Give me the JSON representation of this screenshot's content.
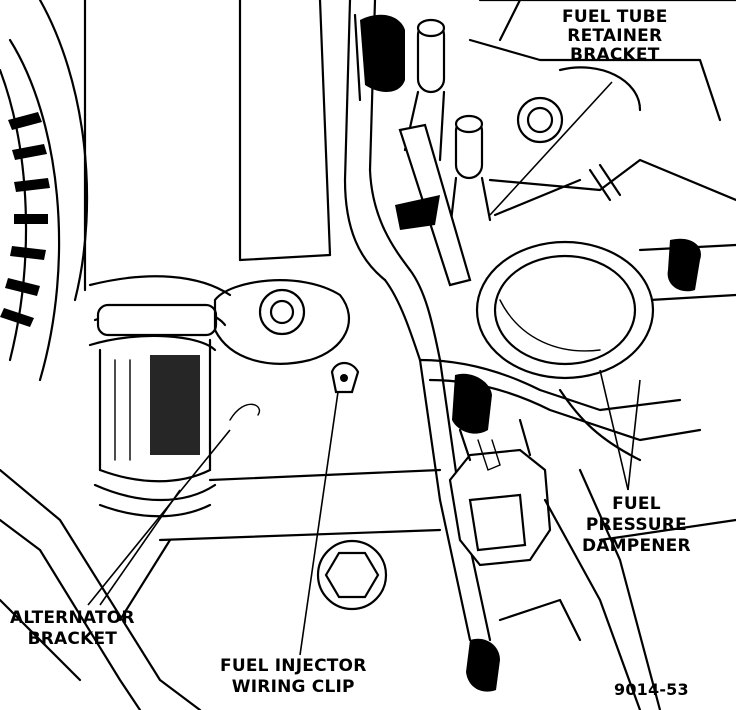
{
  "labels": {
    "fuel_tube_retainer_bracket": [
      "FUEL TUBE",
      "RETAINER",
      "BRACKET"
    ],
    "fuel_pressure_dampener": [
      "FUEL",
      "PRESSURE",
      "DAMPENER"
    ],
    "alternator_bracket": [
      "ALTERNATOR",
      "BRACKET"
    ],
    "fuel_injector_wiring_clip": [
      "FUEL INJECTOR",
      "WIRING CLIP"
    ]
  },
  "figure_id": "9014-53"
}
